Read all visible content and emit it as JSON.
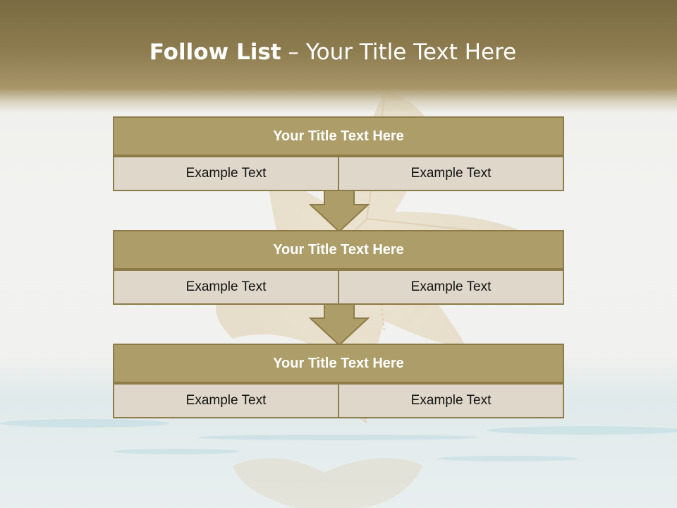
{
  "slide": {
    "title_bold": "Follow List",
    "title_rest": " – Your Title Text Here"
  },
  "steps": [
    {
      "title": "Your Title Text Here",
      "left": "Example Text",
      "right": "Example Text"
    },
    {
      "title": "Your Title Text Here",
      "left": "Example Text",
      "right": "Example Text"
    },
    {
      "title": "Your Title Text Here",
      "left": "Example Text",
      "right": "Example Text"
    }
  ],
  "colors": {
    "header_band": "#8d7c4f",
    "block_title_fill": "#ad9d69",
    "block_border": "#8d7c48",
    "cell_fill": "#ded7ca",
    "arrow_fill": "#ad9d69"
  }
}
